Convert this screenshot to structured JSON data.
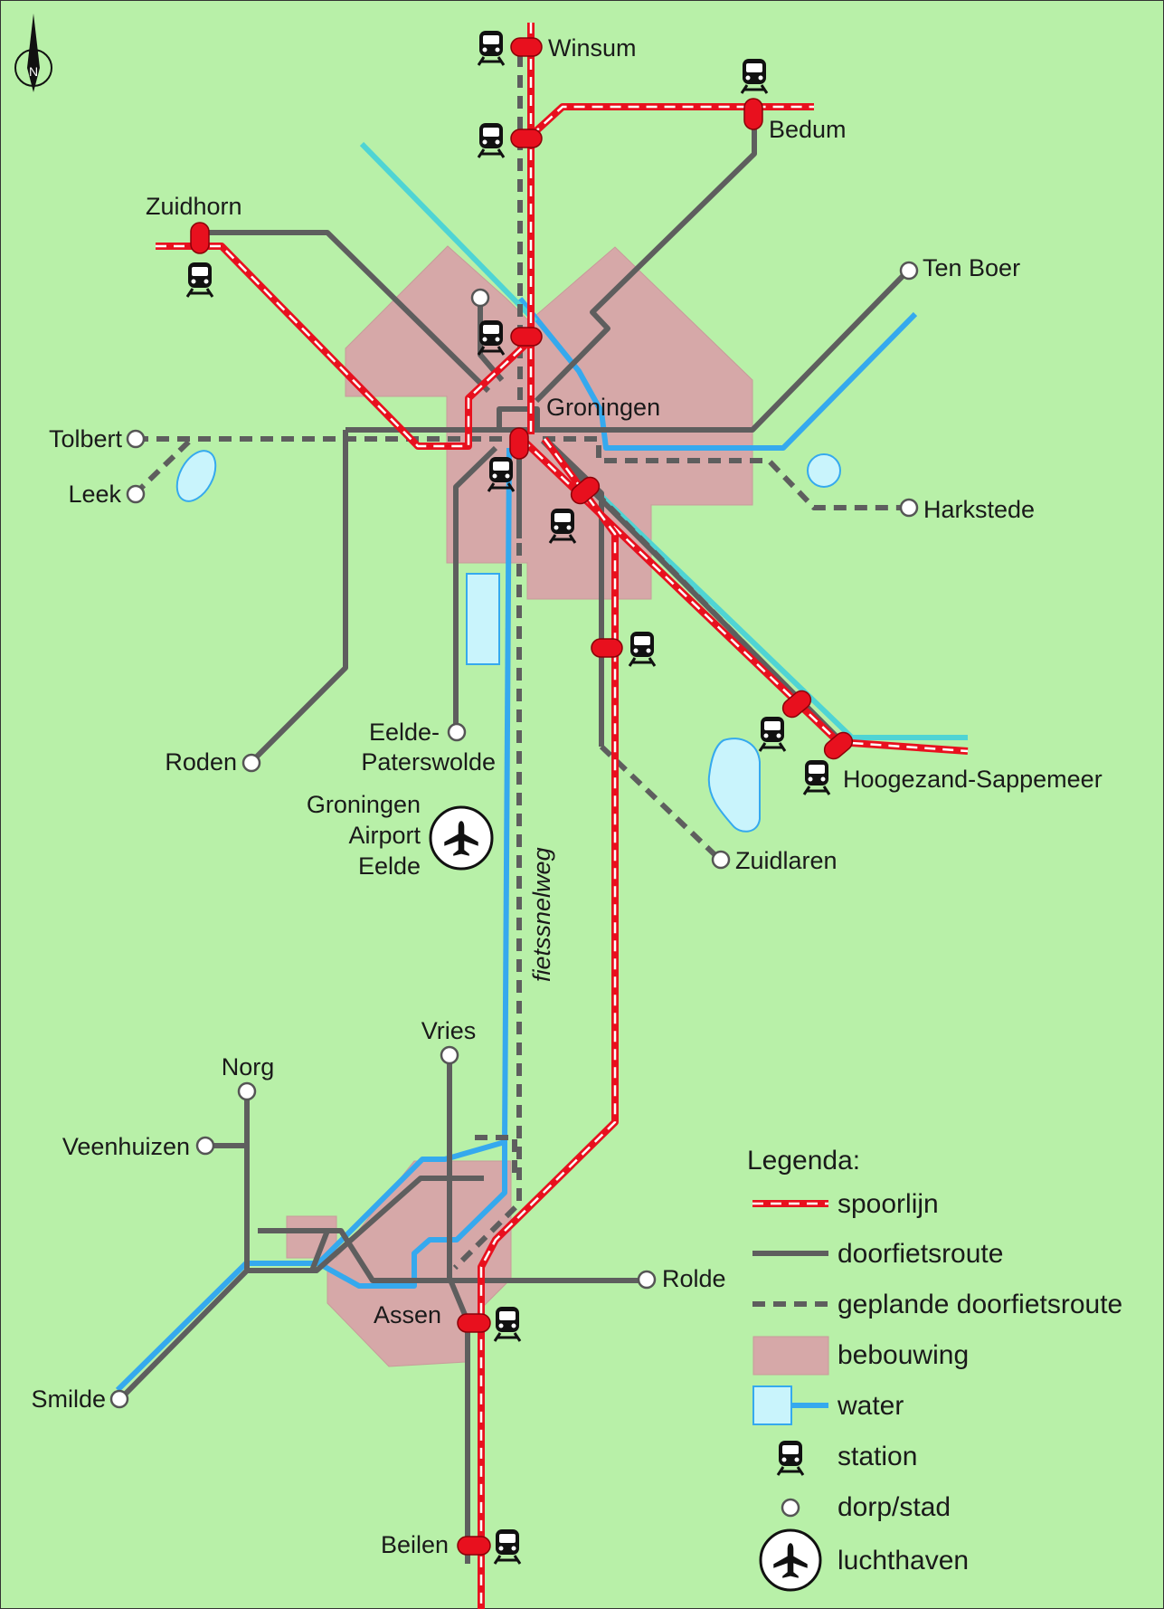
{
  "map": {
    "compass": "N",
    "route_label": "fietssnelweg"
  },
  "places": {
    "winsum": "Winsum",
    "bedum": "Bedum",
    "zuidhorn": "Zuidhorn",
    "ten_boer": "Ten Boer",
    "groningen": "Groningen",
    "tolbert": "Tolbert",
    "leek": "Leek",
    "harkstede": "Harkstede",
    "roden": "Roden",
    "eelde_1": "Eelde-",
    "eelde_2": "Paterswolde",
    "airport_1": "Groningen",
    "airport_2": "Airport",
    "airport_3": "Eelde",
    "hoogezand": "Hoogezand-Sappemeer",
    "zuidlaren": "Zuidlaren",
    "vries": "Vries",
    "norg": "Norg",
    "veenhuizen": "Veenhuizen",
    "rolde": "Rolde",
    "assen": "Assen",
    "smilde": "Smilde",
    "beilen": "Beilen"
  },
  "legend": {
    "title": "Legenda:",
    "rail": "spoorlijn",
    "route": "doorfietsroute",
    "planned": "geplande doorfietsroute",
    "built": "bebouwing",
    "water": "water",
    "station": "station",
    "town": "dorp/stad",
    "airport": "luchthaven"
  },
  "colors": {
    "background": "#b8f0a8",
    "rail": "#e8101e",
    "route": "#5e5e5e",
    "water": "#35a9ee",
    "water_teal": "#4fd4d4",
    "built": "#d6a8a8"
  }
}
